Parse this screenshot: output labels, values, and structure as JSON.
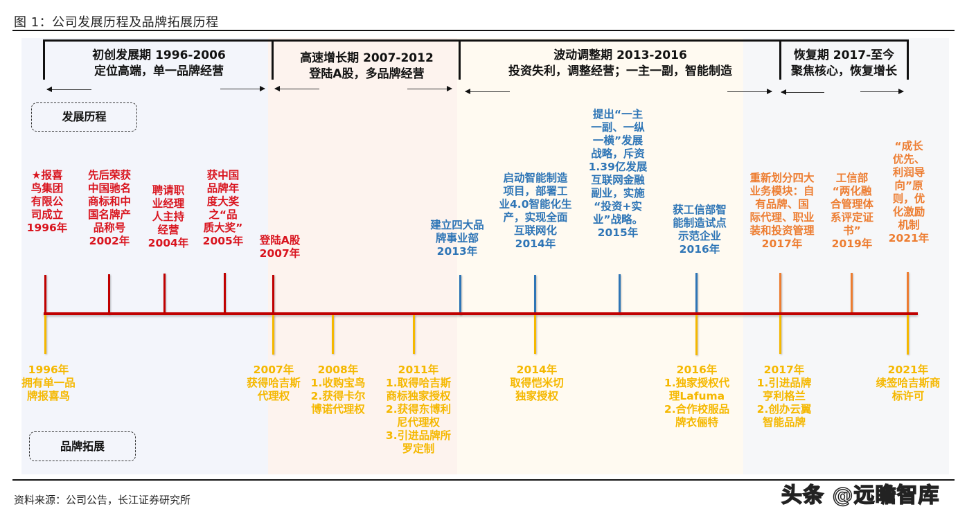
{
  "figure": {
    "title": "图 1：公司发展历程及品牌拓展历程",
    "source": "资料来源：公司公告，长江证券研究所",
    "watermark": "头条 @远瞻智库"
  },
  "colors": {
    "axis": "#c00000",
    "phase1_events": "#d9141e",
    "phase3_events": "#2e75b6",
    "phase4_events": "#ed7d31",
    "brand_events": "#f5b800",
    "panel1_bg": "#f3f5fb",
    "panel2_bg": "#fdf3ee",
    "panel3_bg": "#fffaf1",
    "panel4_bg": "#f6f7f9"
  },
  "sections": {
    "development": "发展历程",
    "brand": "品牌拓展"
  },
  "phases": [
    {
      "name": "初创发展期 1996-2006",
      "desc": "定位高端，单一品牌经营"
    },
    {
      "name": "高速增长期 2007-2012",
      "desc": "登陆A股，多品牌经营"
    },
    {
      "name": "波动调整期 2013-2016",
      "desc": "投资失利，调整经营；一主一副，智能制造"
    },
    {
      "name": "恢复期 2017-至今",
      "desc": "聚焦核心，恢复增长"
    }
  ],
  "development_events": [
    {
      "text": "★报喜\n鸟集团\n有限公\n司成立",
      "year": "1996年",
      "color": "red"
    },
    {
      "text": "先后荣获\n中国驰名\n商标和中\n国名牌产\n品称号",
      "year": "2002年",
      "color": "red"
    },
    {
      "text": "聘请职\n业经理\n人主持\n经营",
      "year": "2004年",
      "color": "red"
    },
    {
      "text": "获中国\n品牌年\n度大奖\n之“品\n质大奖”",
      "year": "2005年",
      "color": "red"
    },
    {
      "text": "登陆A股",
      "year": "2007年",
      "color": "red"
    },
    {
      "text": "建立四大品\n牌事业部",
      "year": "2013年",
      "color": "blue"
    },
    {
      "text": "启动智能制造\n项目，部署工\n业4.0智能化生\n产，实现全面\n互联网化",
      "year": "2014年",
      "color": "blue"
    },
    {
      "text": "提出“一主\n一副、一纵\n一横”发展\n战略，斥资\n1.39亿发展\n互联网金融\n副业，实施\n“投资+实\n业”战略。",
      "year": "2015年",
      "color": "blue"
    },
    {
      "text": "获工信部智\n能制造试点\n示范企业",
      "year": "2016年",
      "color": "blue"
    },
    {
      "text": "重新划分四大\n业务模块：自\n有品牌、国\n际代理、职业\n装和投资管理",
      "year": "2017年",
      "color": "orange"
    },
    {
      "text": "工信部\n“两化融\n合管理体\n系评定证\n书”",
      "year": "2019年",
      "color": "orange"
    },
    {
      "text": "“成长\n优先、\n利润导\n向”原\n则，优\n化激励\n机制",
      "year": "2021年",
      "color": "orange"
    }
  ],
  "brand_events": [
    {
      "year": "1996年",
      "text": "拥有单一品\n牌报喜鸟"
    },
    {
      "year": "2007年",
      "text": "获得哈吉斯\n代理权"
    },
    {
      "year": "2008年",
      "text": "1.收购宝鸟\n2.获得卡尔\n博诺代理权"
    },
    {
      "year": "2011年",
      "text": "1.取得哈吉斯\n商标独家授权\n2.获得东博利\n尼代理权\n3.引进品牌所\n罗定制"
    },
    {
      "year": "2014年",
      "text": "取得恺米切\n独家授权"
    },
    {
      "year": "2016年",
      "text": "1.独家授权代\n理Lafuma\n2.合作校服品\n牌衣俪特"
    },
    {
      "year": "2017年",
      "text": "1.引进品牌\n亨利格兰\n2.创办云翼\n智能品牌"
    },
    {
      "year": "2021年",
      "text": "续签哈吉斯商\n标许可"
    }
  ]
}
